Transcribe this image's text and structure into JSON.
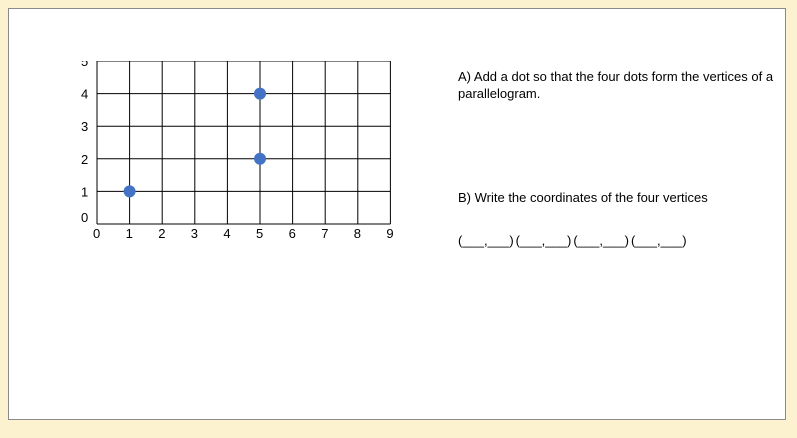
{
  "colors": {
    "page_bg": "#fdf2d0",
    "card_bg": "#ffffff",
    "dot": "#4472c4",
    "border": "#8a8a8a"
  },
  "chart_data": {
    "type": "scatter",
    "x_ticks": [
      "0",
      "1",
      "2",
      "3",
      "4",
      "5",
      "6",
      "7",
      "8",
      "9"
    ],
    "y_ticks": [
      "0",
      "1",
      "2",
      "3",
      "4",
      "5"
    ],
    "xlim": [
      0,
      9
    ],
    "ylim": [
      0,
      5
    ],
    "grid": true,
    "points": [
      {
        "x": 1,
        "y": 1
      },
      {
        "x": 5,
        "y": 2
      },
      {
        "x": 5,
        "y": 4
      }
    ]
  },
  "questions": {
    "a": "A) Add a dot so that the four dots form the vertices of a parallelogram.",
    "b": "B) Write the coordinates of the four vertices"
  },
  "blanks": [
    "(___,___)",
    "(___,___)",
    "(___,___)",
    "(___,___)"
  ]
}
